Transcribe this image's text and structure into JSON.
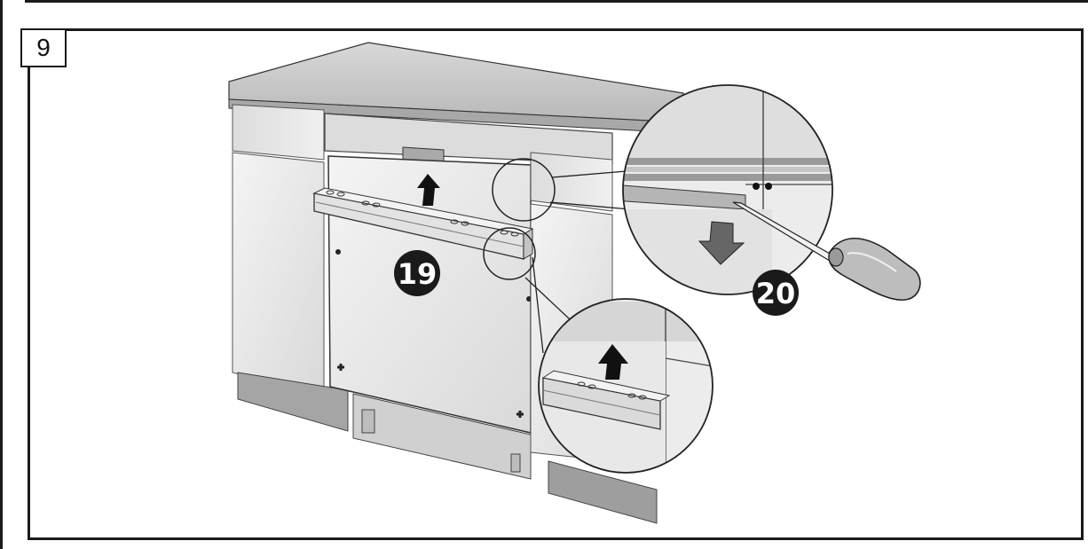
{
  "step": {
    "number": "9"
  },
  "callouts": {
    "part_19": "19",
    "part_20": "20"
  },
  "icons": {
    "up_arrow": "arrow-up-icon",
    "down_arrow": "arrow-down-icon",
    "screwdriver": "screwdriver-icon"
  },
  "colors": {
    "line": "#1a1a1a",
    "panel_light": "#e6e6e6",
    "panel_mid": "#cfcfcf",
    "panel_dark": "#9a9a9a",
    "callout_fill": "#1a1a1a"
  }
}
